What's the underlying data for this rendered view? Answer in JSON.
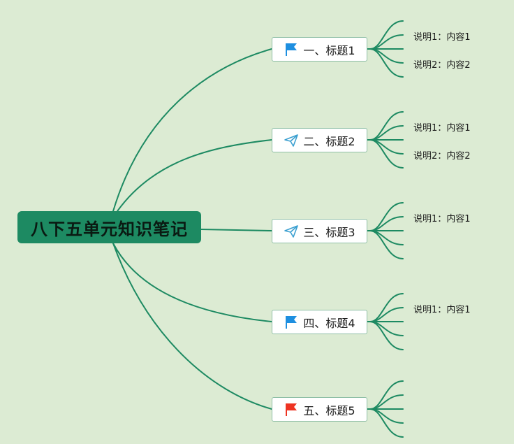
{
  "root": {
    "label": "八下五单元知识笔记"
  },
  "topics": [
    {
      "label": "一、标题1",
      "icon": "blue-flag-icon",
      "notes": [
        "说明1：内容1",
        "说明2：内容2"
      ]
    },
    {
      "label": "二、标题2",
      "icon": "paper-plane-icon",
      "notes": [
        "说明1：内容1",
        "说明2：内容2"
      ]
    },
    {
      "label": "三、标题3",
      "icon": "paper-plane-icon",
      "notes": [
        "说明1：内容1"
      ]
    },
    {
      "label": "四、标题4",
      "icon": "blue-flag-icon",
      "notes": [
        "说明1：内容1"
      ]
    },
    {
      "label": "五、标题5",
      "icon": "red-flag-icon",
      "notes": []
    }
  ],
  "colors": {
    "background": "#dcebd3",
    "connector": "#1d8a62",
    "root_fill": "#1d8a62",
    "blue_flag": "#1e8fe0",
    "red_flag": "#ee3322",
    "plane": "#3a9fd0"
  }
}
